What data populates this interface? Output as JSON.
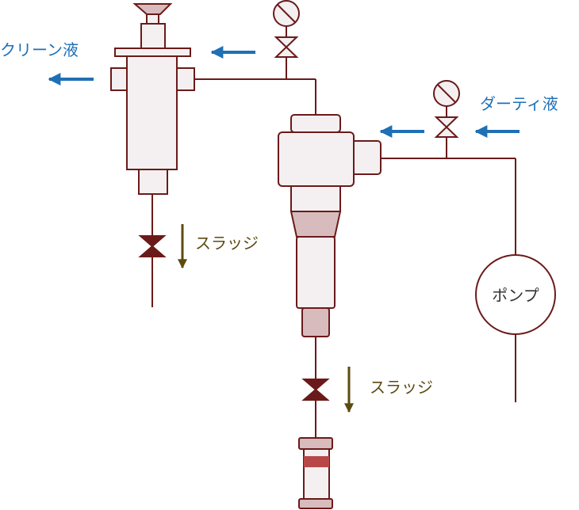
{
  "labels": {
    "clean_liquid": "クリーン液",
    "dirty_liquid": "ダーティ液",
    "sludge_left": "スラッジ",
    "sludge_bottom": "スラッジ",
    "pump": "ポンプ"
  },
  "colors": {
    "outline": "#6b1a1a",
    "body_fill": "#f4f0f1",
    "cone_fill": "#d8bcbd",
    "band_fill": "#b84848",
    "valve_fill": "#6b1a1a",
    "flow_arrow": "#1f6fb5",
    "sludge_arrow": "#5c4a10",
    "label_blue": "#1f6fb5",
    "label_dark": "#5c4a10",
    "pump_label": "#333333"
  },
  "icons": [
    "pressure-gauge-icon",
    "gate-valve-icon",
    "flow-arrow-icon"
  ]
}
